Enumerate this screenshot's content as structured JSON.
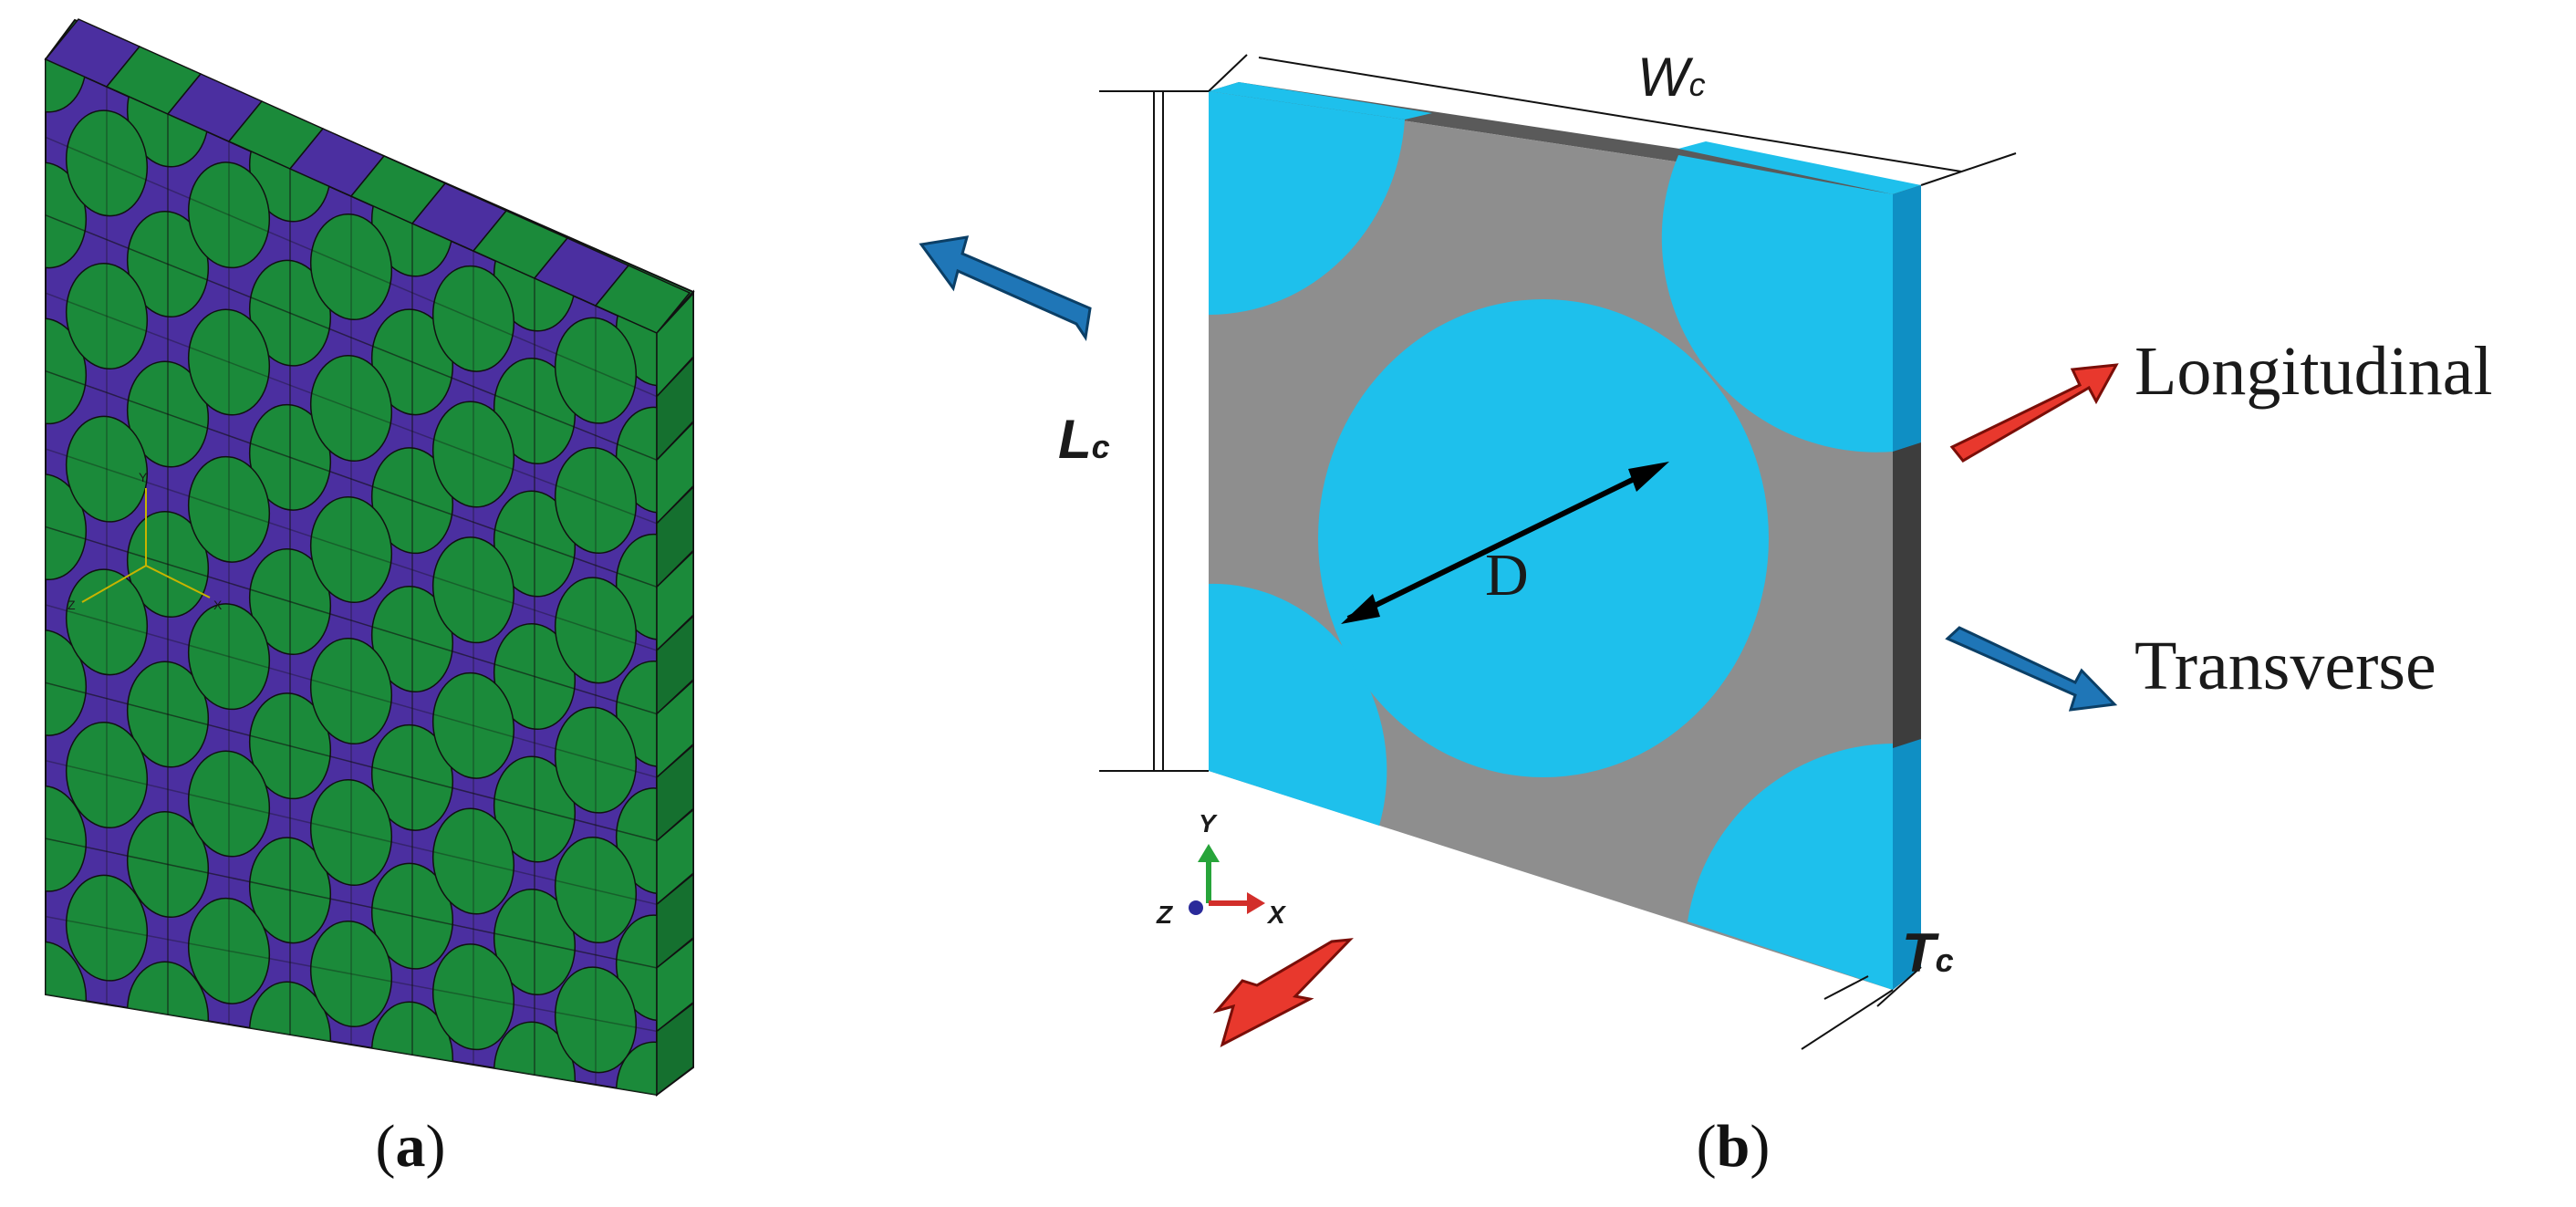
{
  "panels": {
    "a": {
      "caption_open": "(",
      "caption_letter": "a",
      "caption_close": ")",
      "colors": {
        "matrix": "#4b2fa0",
        "fiber": "#1b8a3a",
        "fiber_dark": "#15702f",
        "edge": "#111111"
      },
      "triad_labels": {
        "y": "Y",
        "x": "X",
        "z": "Z"
      }
    },
    "b": {
      "caption_open": "(",
      "caption_letter": "b",
      "caption_close": ")",
      "colors": {
        "fiber": "#1ec0ec",
        "fiber_side": "#0f8fc4",
        "matrix": "#8e8e8e",
        "matrix_side": "#3d3d3d"
      },
      "dims": {
        "width_label": "W",
        "width_sub": "c",
        "length_label": "L",
        "length_sub": "c",
        "thickness_label": "T",
        "thickness_sub": "c",
        "diameter_label": "D"
      },
      "axis_triad": {
        "y": "Y",
        "x": "X",
        "z": "Z"
      },
      "directions": [
        {
          "label": "Longitudinal",
          "arrow_color": "#e8382d"
        },
        {
          "label": "Transverse",
          "arrow_color": "#1f76b7"
        }
      ]
    }
  }
}
